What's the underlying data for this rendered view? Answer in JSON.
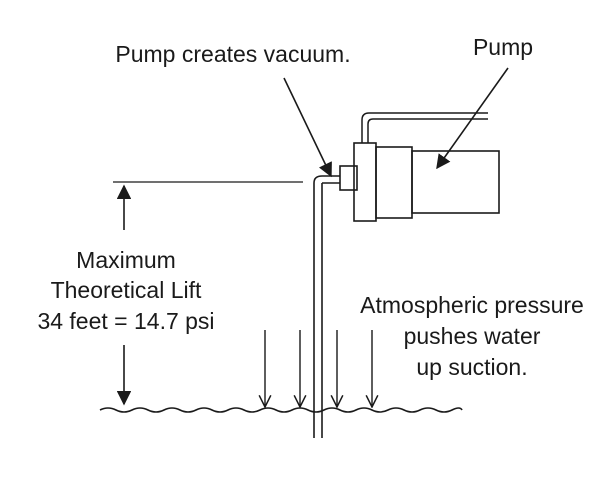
{
  "diagram": {
    "labels": {
      "vacuum": "Pump creates vacuum.",
      "pump": "Pump",
      "lift_line_1": "Maximum",
      "lift_line_2": "Theoretical Lift",
      "lift_line_3": "34 feet = 14.7 psi",
      "atm_line_1": "Atmospheric pressure",
      "atm_line_2": "pushes water",
      "atm_line_3": "up suction."
    },
    "colors": {
      "ink": "#1a1a1a",
      "background": "#ffffff"
    }
  }
}
